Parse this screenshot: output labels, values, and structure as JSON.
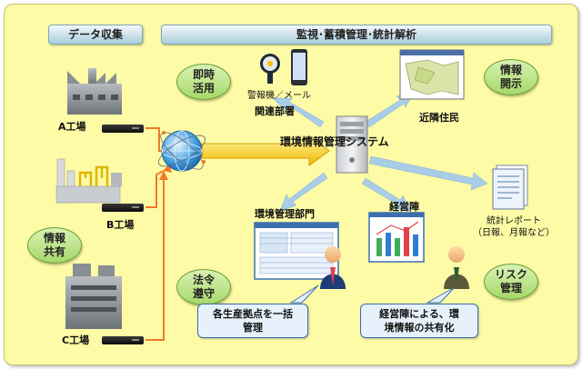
{
  "headers": {
    "data_collection": "データ収集",
    "monitoring": "監視･蓄積管理･統計解析"
  },
  "bubbles": {
    "instant_use": "即時\n活用",
    "info_disclosure": "情報\n開示",
    "info_sharing": "情報\n共有",
    "compliance": "法令\n遵守",
    "risk_management": "リスク\n管理"
  },
  "factories": [
    {
      "label": "A工場"
    },
    {
      "label": "B工場"
    },
    {
      "label": "C工場"
    }
  ],
  "labels": {
    "alarm_mail": "警報機／メール",
    "related_dept": "関連部署",
    "nearby_residents": "近隣住民",
    "system": "環境情報管理システム",
    "env_dept": "環境管理部門",
    "management": "経営陣",
    "report": "統計レポート\n（日報、月報など）"
  },
  "callouts": {
    "bundle": "各生産拠点を一括\n管理",
    "sharing": "経営陣による、環\n境情報の共有化"
  },
  "colors": {
    "background": "#fdfba6",
    "bubble_green": "#a6d86a",
    "arrow_orange": "#f07a2a",
    "arrow_blue": "#a9cde6",
    "main_arrow": "#f5c400"
  }
}
